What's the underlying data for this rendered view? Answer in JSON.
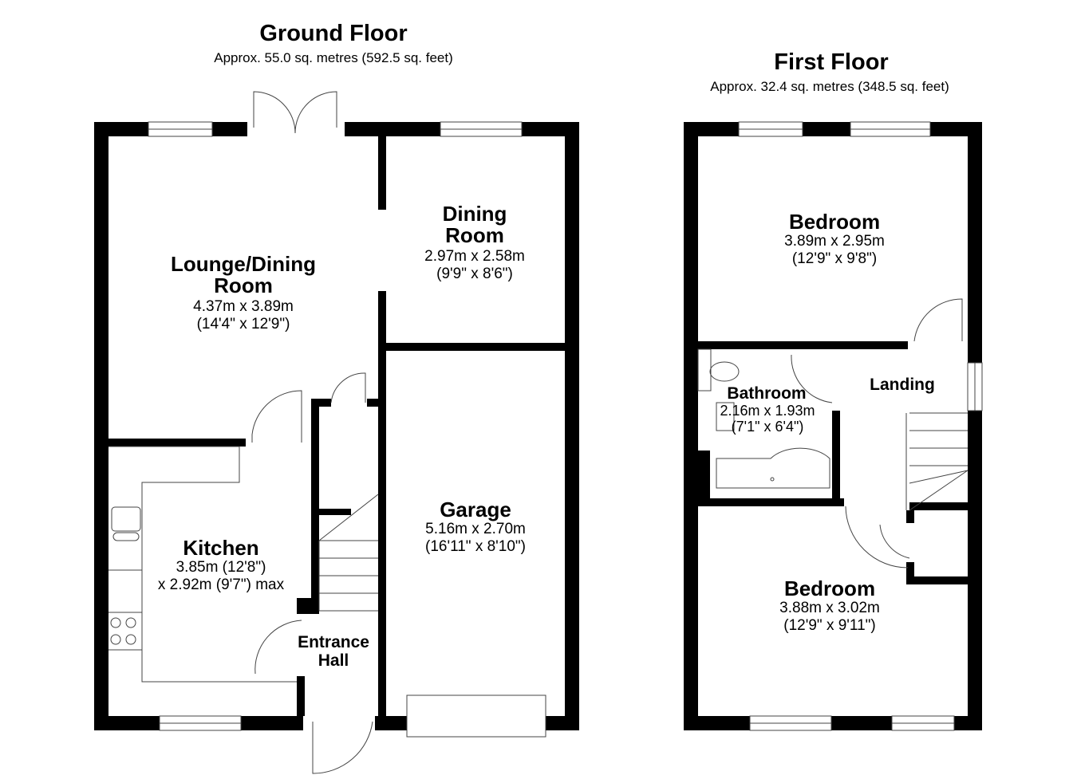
{
  "ground_floor": {
    "title": "Ground Floor",
    "area": "Approx. 55.0 sq. metres (592.5 sq. feet)",
    "rooms": {
      "lounge": {
        "name": "Lounge/Dining Room",
        "metric": "4.37m x 3.89m",
        "imperial": "(14'4\" x 12'9\")"
      },
      "dining": {
        "name": "Dining Room",
        "metric": "2.97m x 2.58m",
        "imperial": "(9'9\" x 8'6\")"
      },
      "garage": {
        "name": "Garage",
        "metric": "5.16m x 2.70m",
        "imperial": "(16'11\" x 8'10\")"
      },
      "kitchen": {
        "name": "Kitchen",
        "metric": "3.85m (12'8\")",
        "imperial": "x 2.92m (9'7\") max"
      },
      "hall": {
        "name": "Entrance Hall"
      }
    }
  },
  "first_floor": {
    "title": "First Floor",
    "area": "Approx. 32.4 sq. metres (348.5 sq. feet)",
    "rooms": {
      "bedroom1": {
        "name": "Bedroom",
        "metric": "3.89m x 2.95m",
        "imperial": "(12'9\" x 9'8\")"
      },
      "bathroom": {
        "name": "Bathroom",
        "metric": "2.16m x 1.93m",
        "imperial": "(7'1\" x 6'4\")"
      },
      "landing": {
        "name": "Landing"
      },
      "bedroom2": {
        "name": "Bedroom",
        "metric": "3.88m x 3.02m",
        "imperial": "(12'9\" x 9'11\")"
      }
    }
  }
}
